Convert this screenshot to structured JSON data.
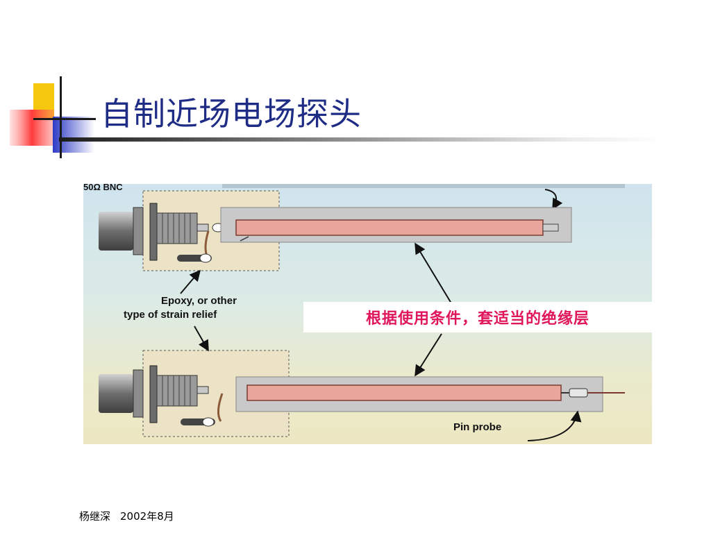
{
  "slide": {
    "title": "自制近场电场探头",
    "callout_text": "根据使用条件，套适当的绝缘层",
    "footer_author": "杨继深",
    "footer_date": "2002年8月"
  },
  "diagram": {
    "top_label_fragment": "50Ω BNC",
    "left_label_line1": "Epoxy, or other",
    "left_label_line2": "type of strain relief",
    "pin_label": "Pin probe"
  },
  "colors": {
    "title": "#1e2c86",
    "callout": "#e0165c",
    "logo_yellow": "#f5c80f",
    "logo_blue": "#3340c9",
    "logo_red": "#ff4a4a",
    "figure_sky_top": "#dcebea",
    "figure_ground": "#ede8c2",
    "probe_tube": "#e9a79b"
  }
}
